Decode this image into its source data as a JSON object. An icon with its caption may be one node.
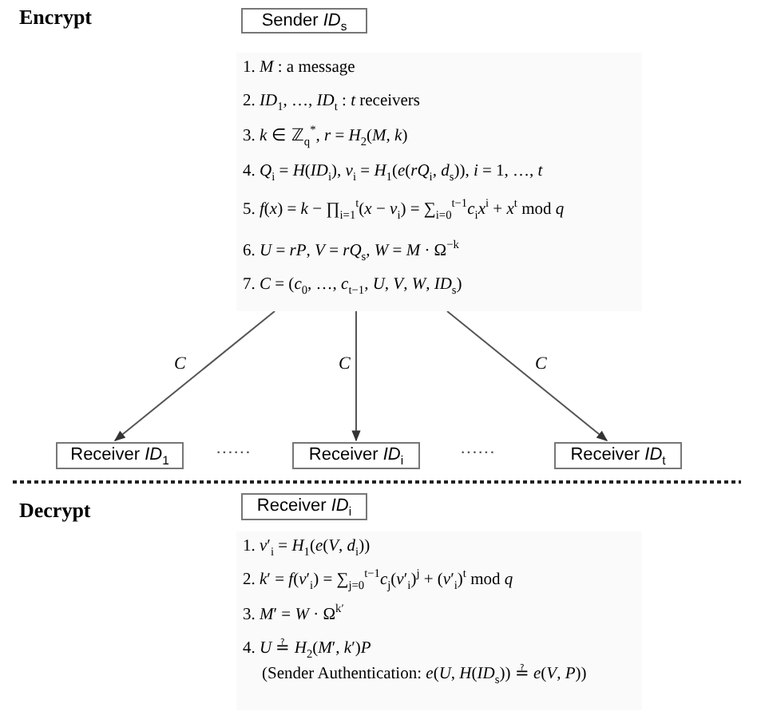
{
  "diagram": {
    "nodes": [
      {
        "text": [
          "Sender *ID*$_{s}$"
        ]
      },
      {
        "text": [
          "1. *M* : a message",
          "2. *ID*$_{1}$, …, *ID*$_{t}$ : *t* receivers",
          "3. *k* ∈ ℤ$_{q}$$^{*}$, *r* = *H*$_{2}$(*M*, *k*)",
          "4. *Q*$_{i}$ = *H*(*ID*$_{i}$), *v*$_{i}$ = *H*$_{1}$(*e*(*rQ*$_{i}$, *d*$_{s}$)), *i* = 1, …, *t*",
          "5. *f*(*x*) = *k* − ∏$_{i=1}$$^{t}$(*x* − *v*$_{i}$) = ∑$_{i=0}$$^{t−1}$*c*$_{i}$*x*$^{i}$ + *x*$^{t}$ mod *q*",
          "6. *U* = *rP*, *V* = *rQ*$_{s}$, *W* = *M* · Ω$^{−k}$",
          "7. *C* = (*c*$_{0}$, …, *c*$_{t−1}$, *U*, *V*, *W*, *ID*$_{s}$)"
        ]
      },
      {
        "text": [
          "Receiver *ID*$_{1}$"
        ]
      },
      {
        "text": [
          "Receiver *ID*$_{i}$"
        ]
      },
      {
        "text": [
          "Receiver *ID*$_{t}$"
        ]
      },
      {
        "text": [
          "Receiver *ID*$_{i}$"
        ]
      },
      {
        "text": [
          "1. *v*′$_{i}$ = *H*$_{1}$(*e*(*V*, *d*$_{i}$))",
          "2. *k*′ = *f*(*v*′$_{i}$) = ∑$_{j=0}$$^{t−1}$*c*$_{j}$(*v*′$_{i}$)$^{j}$ + (*v*′$_{i}$)$^{t}$ mod *q*",
          "3. *M*′ = *W* · Ω$^{k′}$",
          "4. *U* ≟ *H*$_{2}$(*M*′, *k*′)*P*",
          "(Sender Authentication: *e*(*U*, *H*(*ID*$_{s}$)) ≟ *e*(*V*, *P*))"
        ]
      }
    ],
    "edges": [
      {
        "from": 1,
        "to": 2,
        "arrow": "to",
        "label": "*C*"
      },
      {
        "from": 1,
        "to": 3,
        "arrow": "to",
        "label": "*C*"
      },
      {
        "from": 1,
        "to": 4,
        "arrow": "to",
        "label": "*C*"
      }
    ],
    "labels": [
      "Encrypt",
      "······",
      "······",
      "Decrypt"
    ]
  }
}
